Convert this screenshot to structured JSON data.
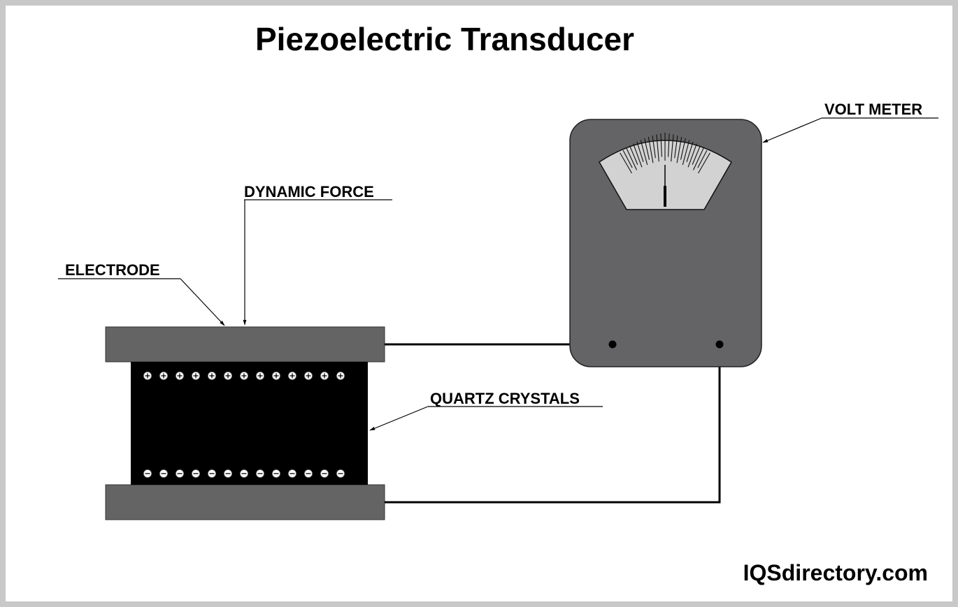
{
  "title": "Piezoelectric Transducer",
  "labels": {
    "dynamic_force": "DYNAMIC FORCE",
    "electrode": "ELECTRODE",
    "quartz_crystals": "QUARTZ CRYSTALS",
    "volt_meter": "VOLT METER"
  },
  "watermark": "IQSdirectory.com",
  "crystals": {
    "top_row_symbol": "+",
    "bottom_row_symbol": "-",
    "count_per_row": 13
  },
  "meter": {
    "tick_count": 25,
    "needle_position": "center"
  },
  "colors": {
    "border": "#c8c8c8",
    "electrode": "#646464",
    "crystal_block": "#000000",
    "meter_body": "#646466",
    "meter_face": "#d2d2d2",
    "wire": "#000000"
  }
}
